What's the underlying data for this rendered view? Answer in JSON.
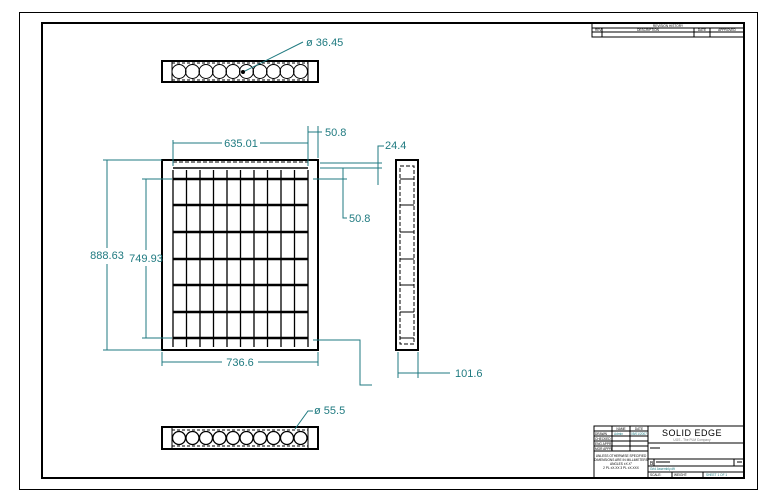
{
  "revision_block": {
    "title": "REVISION HISTORY",
    "headers": [
      "REV",
      "DESCRIPTION",
      "DATE",
      "APPROVED"
    ]
  },
  "dimensions": {
    "top_hole_diameter": "ø 36.45",
    "width_inner": "635.01",
    "frame_right": "50.8",
    "top_band": "24.4",
    "frame_top": "50.8",
    "height_overall": "888.63",
    "height_inner": "749.93",
    "width_overall": "736.6",
    "depth": "101.6",
    "bottom_hole_diameter": "ø 55.5"
  },
  "title_block": {
    "col_headers": [
      "NAME",
      "DATE"
    ],
    "rows": [
      "DRAWN",
      "CHECKED",
      "ENG APPR",
      "MGR APPR"
    ],
    "drawn_name": "Admin",
    "drawn_date": "05/01/2007",
    "note": [
      "UNLESS OTHERWISE SPECIFIED",
      "DIMENSIONS ARE IN MILLIMETERS",
      "ANGLES ±X.X°",
      "2 PL ±X.XX 3 PL ±X.XXX"
    ],
    "company": "SOLID EDGE",
    "company_sub": "UGS - The PLM Company",
    "size": "B",
    "file": "Grid Assembly.dft",
    "scale_label": "SCALE:",
    "weight_label": "WEIGHT:",
    "sheet_label": "SHEET 1 OF 1"
  },
  "colors": {
    "dimension": "#1f7a80",
    "line": "#000000"
  }
}
